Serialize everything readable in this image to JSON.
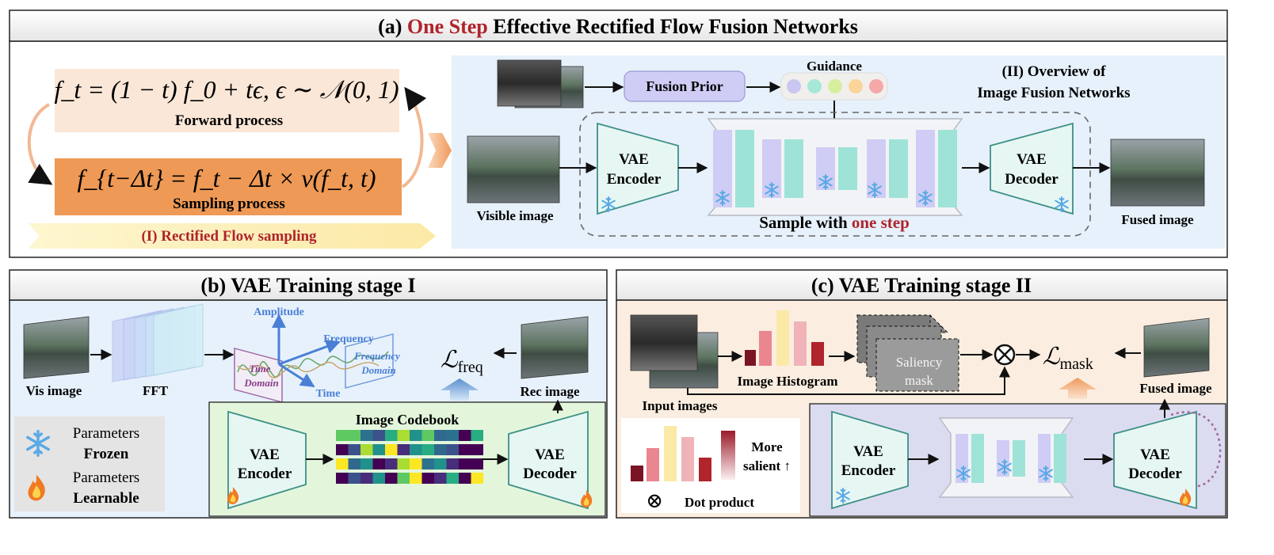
{
  "colors": {
    "accent_red": "#b0242c",
    "panel_blue": "#e6f1fb",
    "panel_cream": "#fbeee0",
    "panel_green": "#e3f6dc",
    "panel_lilac": "#dcdcf0",
    "teal": "#9fe3d8",
    "lavender": "#cfcdf5",
    "forward_box": "#fbe7d7",
    "sampling_box": "#ee9955"
  },
  "panel_a": {
    "title_prefix": "(a) ",
    "title_highlight": "One Step",
    "title_suffix": " Effective Rectified Flow Fusion Networks",
    "forward_eq": "f_t = (1 − t) f_0 + tϵ, ϵ ∼ 𝒩(0, 1)",
    "forward_label": "Forward process",
    "sampling_eq": "f_{t−Δt} = f_t − Δt × v(f_t, t)",
    "sampling_label": "Sampling process",
    "rf_label": "(I) Rectified Flow sampling",
    "guidance_label": "Guidance",
    "fusion_prior_label": "Fusion Prior",
    "overview_line1": "(II) Overview of",
    "overview_line2": "Image Fusion Networks",
    "vae_encoder_line1": "VAE",
    "vae_encoder_line2": "Encoder",
    "vae_decoder_line1": "VAE",
    "vae_decoder_line2": "Decoder",
    "visible_image_label": "Visible image",
    "fused_image_label": "Fused image",
    "sample_prefix": "Sample with ",
    "sample_highlight": "one step"
  },
  "panel_b": {
    "title": "(b) VAE Training stage I",
    "vis_image_label": "Vis image",
    "fft_label": "FFT",
    "amplitude_label": "Amplitude",
    "frequency_label": "Frequency",
    "time_label": "Time",
    "time_domain_line1": "Time",
    "time_domain_line2": "Domain",
    "freq_domain_line1": "Frequency",
    "freq_domain_line2": "Domain",
    "loss_main": "ℒ",
    "loss_sub": "freq",
    "rec_image_label": "Rec image",
    "codebook_label": "Image Codebook",
    "vae_encoder_line1": "VAE",
    "vae_encoder_line2": "Encoder",
    "vae_decoder_line1": "VAE",
    "vae_decoder_line2": "Decoder",
    "legend_frozen_line1": "Parameters",
    "legend_frozen_line2": "Frozen",
    "legend_learnable_line1": "Parameters",
    "legend_learnable_line2": "Learnable"
  },
  "panel_c": {
    "title": "(c) VAE Training stage II",
    "input_images_label": "Input images",
    "histogram_label": "Image Histogram",
    "saliency_line1": "Saliency",
    "saliency_line2": "mask",
    "loss_main": "ℒ",
    "loss_sub": "mask",
    "fused_image_label": "Fused image",
    "more_salient_line1": "More",
    "more_salient_line2": "salient ↑",
    "dot_product_label": "Dot product",
    "dot_symbol": "⊗",
    "vae_encoder_line1": "VAE",
    "vae_encoder_line2": "Encoder",
    "vae_decoder_line1": "VAE",
    "vae_decoder_line2": "Decoder"
  },
  "icons": [
    "snowflake-icon",
    "flame-icon",
    "dot-product-icon"
  ]
}
